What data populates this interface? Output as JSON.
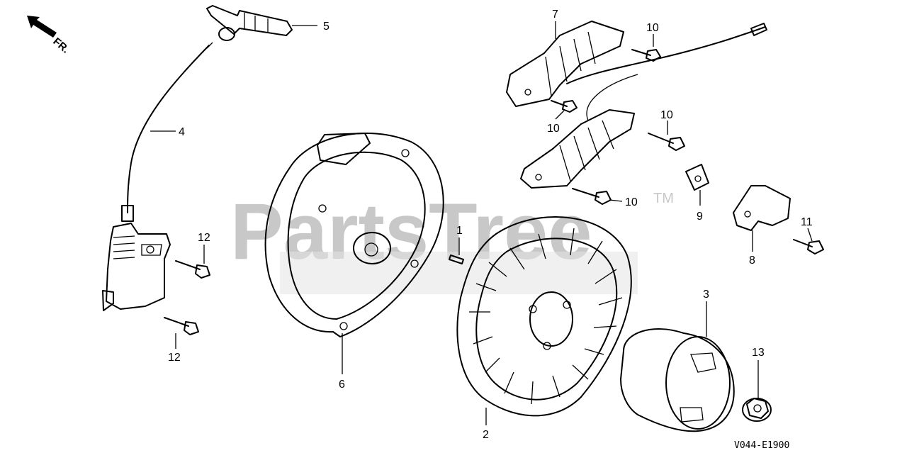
{
  "watermark": {
    "brand": "PartsTree",
    "trademark": "TM"
  },
  "direction": {
    "label": "FR."
  },
  "diagram_code": "V044-E1900",
  "callouts": [
    {
      "id": "1",
      "label": "1"
    },
    {
      "id": "2",
      "label": "2"
    },
    {
      "id": "3",
      "label": "3"
    },
    {
      "id": "4",
      "label": "4"
    },
    {
      "id": "5",
      "label": "5"
    },
    {
      "id": "6",
      "label": "6"
    },
    {
      "id": "7",
      "label": "7"
    },
    {
      "id": "8",
      "label": "8"
    },
    {
      "id": "9",
      "label": "9"
    },
    {
      "id": "10a",
      "label": "10"
    },
    {
      "id": "10b",
      "label": "10"
    },
    {
      "id": "10c",
      "label": "10"
    },
    {
      "id": "10d",
      "label": "10"
    },
    {
      "id": "11",
      "label": "11"
    },
    {
      "id": "12a",
      "label": "12"
    },
    {
      "id": "12b",
      "label": "12"
    },
    {
      "id": "13",
      "label": "13"
    }
  ]
}
